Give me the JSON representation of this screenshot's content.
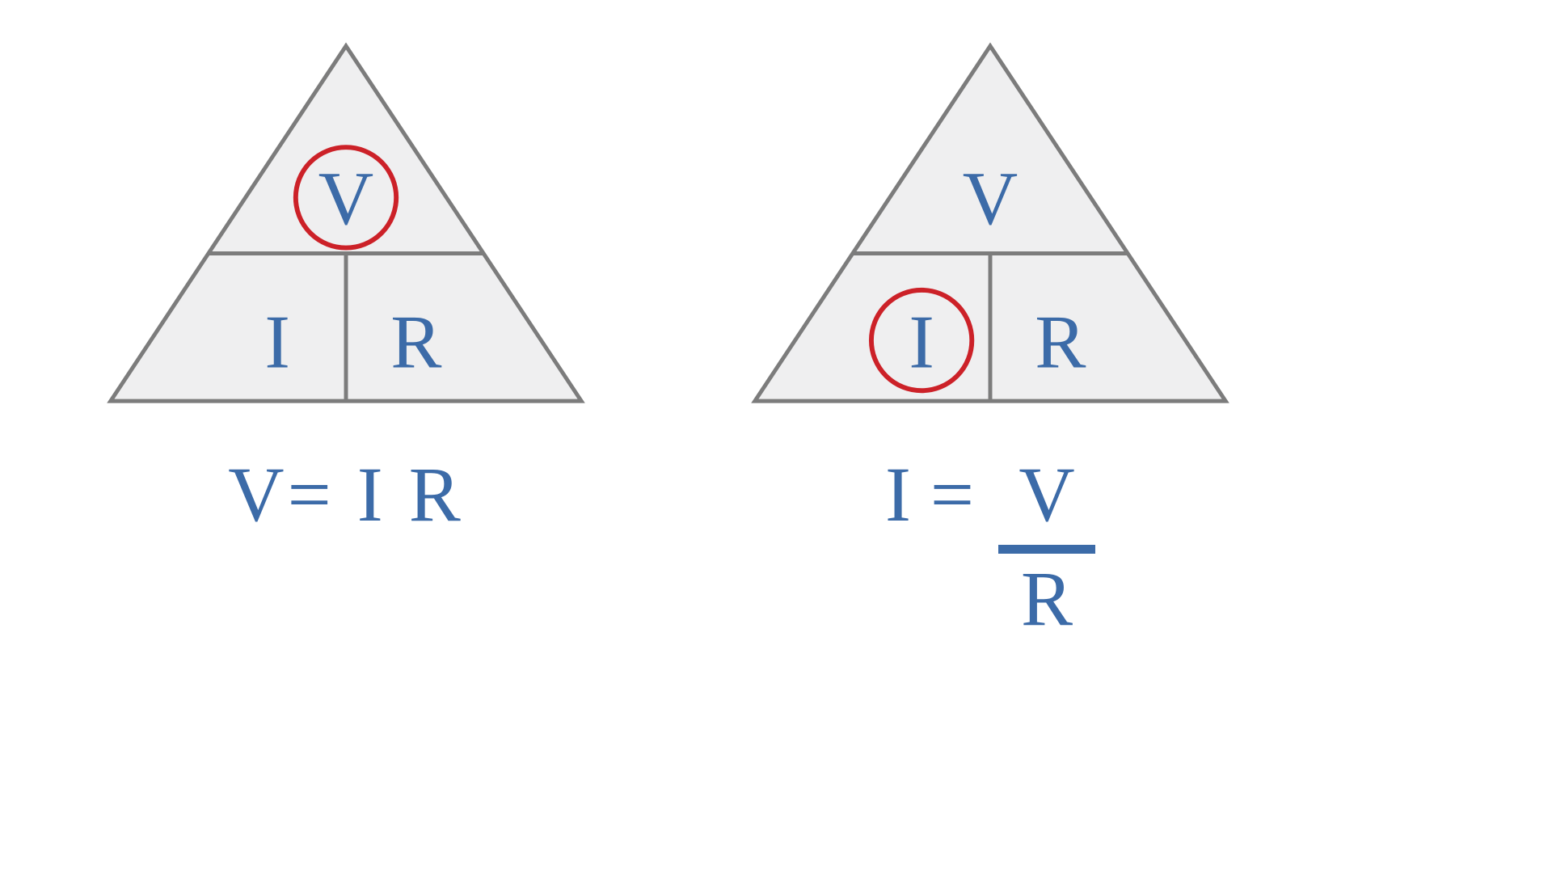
{
  "diagram": {
    "description": "Ohm's law memory triangles",
    "colors": {
      "letter_blue": "#3c6ba8",
      "formula_blue": "#3c6ba8",
      "triangle_fill": "#efeff0",
      "triangle_stroke": "#7c7c7c",
      "highlight_circle_red": "#cc2128",
      "background": "#ffffff"
    },
    "left_triangle": {
      "top_letter": "V",
      "bottom_left_letter": "I",
      "bottom_right_letter": "R",
      "circled_letter": "V",
      "formula": "V= I R"
    },
    "right_triangle": {
      "top_letter": "V",
      "bottom_left_letter": "I",
      "bottom_right_letter": "R",
      "circled_letter": "I",
      "formula_lhs": "I =",
      "formula_numerator": "V",
      "formula_denominator": "R"
    }
  }
}
